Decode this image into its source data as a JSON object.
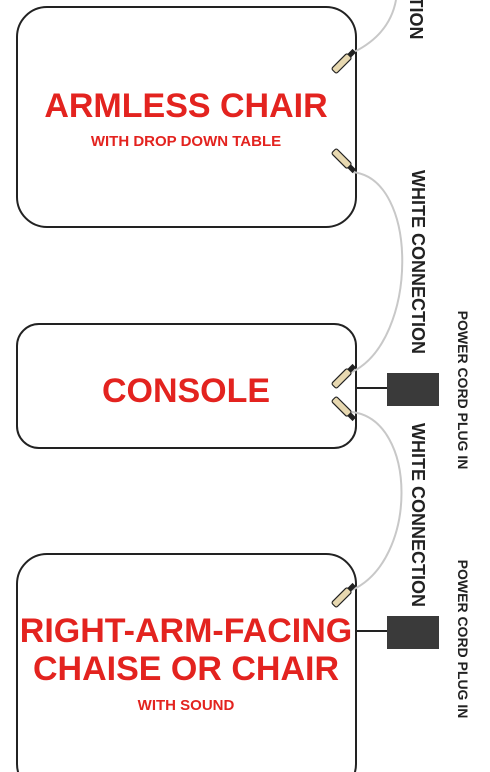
{
  "modules": [
    {
      "title_lines": [
        "ARMLESS CHAIR"
      ],
      "subtitle": "WITH DROP DOWN TABLE"
    },
    {
      "title_lines": [
        "CONSOLE"
      ],
      "subtitle": ""
    },
    {
      "title_lines": [
        "RIGHT-ARM-FACING",
        "CHAISE OR CHAIR"
      ],
      "subtitle": "WITH SOUND"
    }
  ],
  "labels": {
    "top_connection": "TION",
    "white_connection_1": "WHITE CONNECTION",
    "white_connection_2": "WHITE CONNECTION",
    "power_cord_1": "POWER CORD PLUG IN",
    "power_cord_2": "POWER CORD PLUG IN"
  },
  "colors": {
    "title_red": "#e3231f",
    "box_border": "#222222",
    "cable_gray": "#c8c8c8",
    "plug_dark": "#3a3a3a",
    "connector_tan": "#e7d8b0"
  }
}
